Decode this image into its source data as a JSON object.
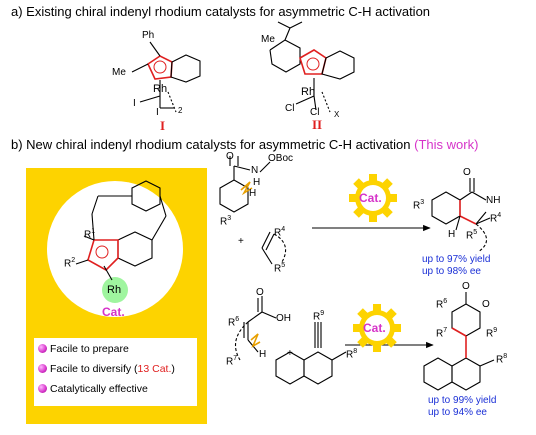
{
  "section_a": {
    "heading": "a) Existing chiral indenyl rhodium catalysts for asymmetric C-H activation",
    "catalyst_I": {
      "roman": "I",
      "ph": "Ph",
      "me": "Me",
      "rh": "Rh",
      "i1": "I",
      "i2": "I",
      "sub": "2"
    },
    "catalyst_II": {
      "roman": "II",
      "me": "Me",
      "rh": "Rh",
      "cl1": "Cl",
      "cl2": "Cl",
      "sub": "X"
    }
  },
  "section_b": {
    "heading_main": "b) New chiral indenyl rhodium catalysts for asymmetric C-H activation ",
    "heading_highlight": "(This work)",
    "catalyst": {
      "rh": "Rh",
      "r1": "R",
      "r1sup": "1",
      "r2": "R",
      "r2sup": "2",
      "label": "Cat."
    },
    "features": [
      {
        "text": "Facile to prepare",
        "highlight": ""
      },
      {
        "text": "Facile to diversify (",
        "highlight": "13 Cat.",
        "tail": ")"
      },
      {
        "text": "Catalytically effective",
        "highlight": ""
      }
    ],
    "reaction1": {
      "gear_label": "Cat.",
      "obOc": "OBoc",
      "n": "N",
      "h": "H",
      "r3": "R",
      "r3sup": "3",
      "plus": "+",
      "r4": "R",
      "r4sup": "4",
      "r5": "R",
      "r5sup": "5",
      "o": "O",
      "p_r3": "R",
      "p_r3sup": "3",
      "p_nh": "NH",
      "p_o": "O",
      "p_h": "H",
      "p_r4": "R",
      "p_r4sup": "4",
      "p_r5": "R",
      "p_r5sup": "5",
      "yield": "up to 97% yield",
      "ee": "up to 98% ee"
    },
    "reaction2": {
      "gear_label": "Cat.",
      "r6": "R",
      "r6sup": "6",
      "oh": "OH",
      "o": "O",
      "r7": "R",
      "r7sup": "7",
      "h": "H",
      "plus": "+",
      "r9": "R",
      "r9sup": "9",
      "r8": "R",
      "r8sup": "8",
      "p_o1": "O",
      "p_o2": "O",
      "p_r6": "R",
      "p_r6sup": "6",
      "p_r7": "R",
      "p_r7sup": "7",
      "p_r9": "R",
      "p_r9sup": "9",
      "p_r8": "R",
      "p_r8sup": "8",
      "yield": "up to 99% yield",
      "ee": "up to 94% ee"
    }
  },
  "colors": {
    "panel": "#fdd300",
    "accent_red": "#e02020",
    "circle_green": "#9ff59f",
    "blue": "#1a2fd6",
    "pink": "#d633c9"
  }
}
